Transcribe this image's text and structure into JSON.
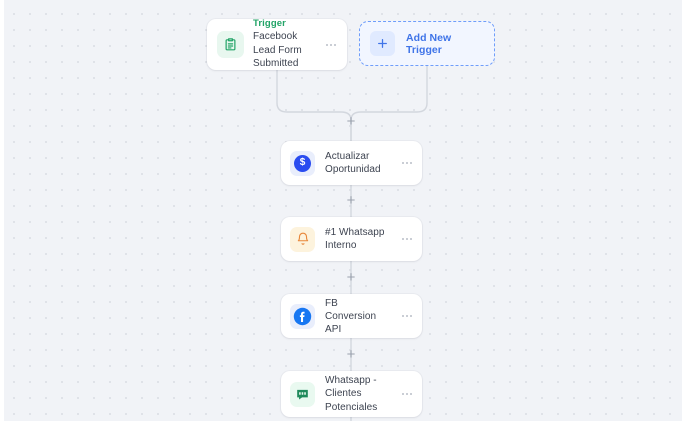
{
  "canvas": {
    "background_color": "#f1f3f7",
    "grid_dot_color": "#dfe2e8"
  },
  "trigger": {
    "kicker": "Trigger",
    "title": "Facebook Lead Form Submitted",
    "icon": "clipboard-icon",
    "icon_color": "#21a366",
    "menu": "node-menu"
  },
  "add_trigger": {
    "label": "Add New Trigger",
    "icon": "plus-icon",
    "accent_color": "#3f74e8"
  },
  "actions": [
    {
      "title": "Actualizar Oportunidad",
      "icon": "money-circle-icon",
      "icon_color": "#2a4cf0",
      "icon_bg": "#e9eefc",
      "glyph": "S"
    },
    {
      "title": "#1 Whatsapp Interno",
      "icon": "bell-icon",
      "icon_color": "#e8873a",
      "icon_bg": "#fdf3dd",
      "glyph": ""
    },
    {
      "title": "FB Conversion API",
      "icon": "facebook-icon",
      "icon_color": "#1877f2",
      "icon_bg": "#e9eefc",
      "glyph": "f"
    },
    {
      "title": "Whatsapp - Clientes Potenciales",
      "icon": "whatsapp-chat-icon",
      "icon_color": "#1f8a5b",
      "icon_bg": "#e9f9f0",
      "glyph": ""
    }
  ],
  "connectors": {
    "add_step_label": "+",
    "wire_color": "#d3d7de"
  }
}
